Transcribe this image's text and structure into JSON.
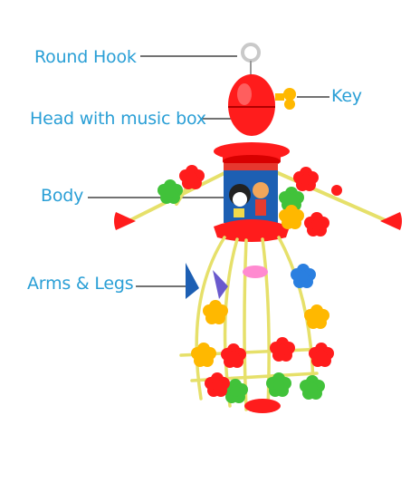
{
  "labels": {
    "round_hook": "Round Hook",
    "key": "Key",
    "head": "Head with music box",
    "body": "Body",
    "arms_legs": "Arms & Legs"
  },
  "colors": {
    "label_text": "#2a9fd6",
    "leader_line": "#444444",
    "toy_red": "#ff1c1c",
    "toy_yellow": "#f2d94a",
    "toy_green": "#41c23a",
    "drum_blue": "#1d5fb3",
    "key_orange": "#ffb800"
  }
}
